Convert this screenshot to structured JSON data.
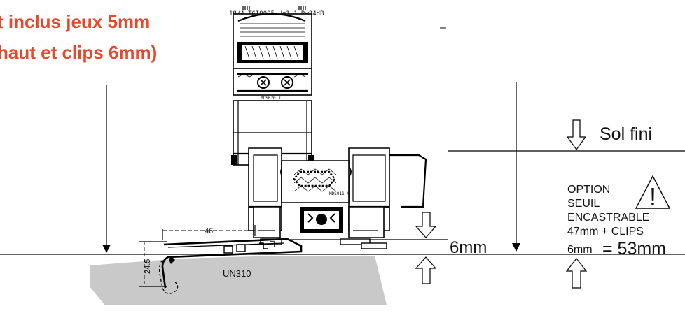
{
  "heading": {
    "line1": "t inclus jeux 5mm",
    "line2": "haut et clips 6mm)"
  },
  "glazing_spec": "18/4 TGI9005 Ug1.1 Rw34dB",
  "profile_top_code": "MDS020 X",
  "profile_mid_code": "MDS011 X",
  "dash_mark": "–",
  "sol_fini": "Sol fini",
  "option_lines": [
    "OPTION",
    "SEUIL",
    "ENCASTRABLE",
    "47mm + CLIPS"
  ],
  "option_total_prefix": "6mm",
  "option_total_value": "= 53mm",
  "warning_symbol": "!",
  "dim_6mm": "6mm",
  "dim_46": "46",
  "dim_24_5": "24.5",
  "threshold_code": "UN310",
  "colors": {
    "heading": "#e8472a",
    "slab": "#c9c9c9"
  }
}
